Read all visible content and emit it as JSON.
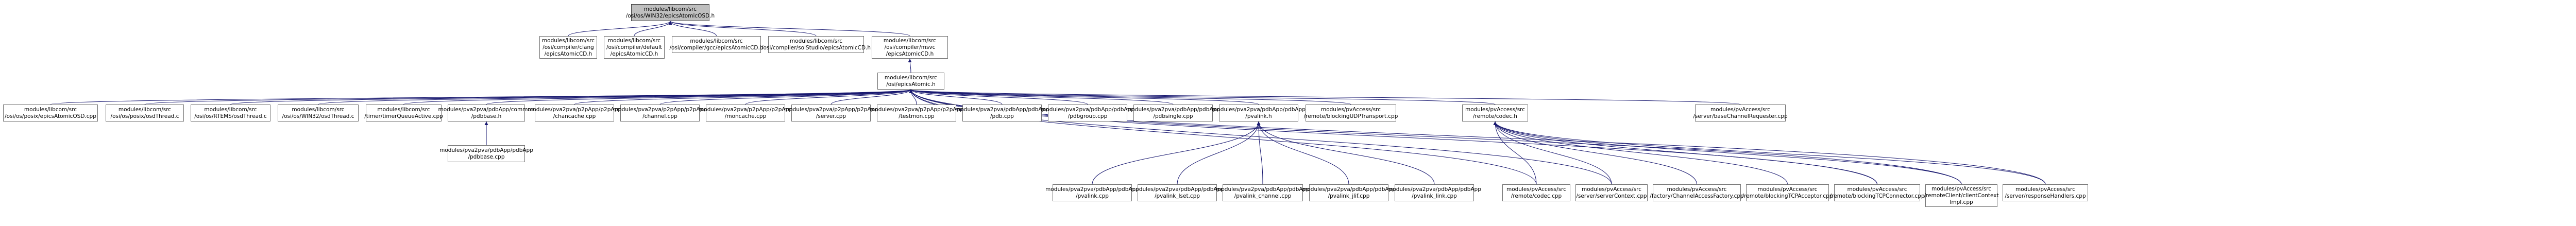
{
  "graph": {
    "colors": {
      "edge": "#191970",
      "node_border": "#6e6e6e",
      "root_fill": "#bfbfbf",
      "node_fill": "#ffffff"
    },
    "nodes": {
      "n0": {
        "lines": [
          "modules/libcom/src",
          "/osi/os/WIN32/epicsAtomicOSD.h"
        ],
        "root": true
      },
      "n1": {
        "lines": [
          "modules/libcom/src",
          "/osi/compiler/clang",
          "/epicsAtomicCD.h"
        ]
      },
      "n2": {
        "lines": [
          "modules/libcom/src",
          "/osi/compiler/default",
          "/epicsAtomicCD.h"
        ]
      },
      "n3": {
        "lines": [
          "modules/libcom/src",
          "/osi/compiler/gcc/epicsAtomicCD.h"
        ]
      },
      "n4": {
        "lines": [
          "modules/libcom/src",
          "/osi/compiler/solStudio/epicsAtomicCD.h"
        ]
      },
      "n5": {
        "lines": [
          "modules/libcom/src",
          "/osi/compiler/msvc",
          "/epicsAtomicCD.h"
        ]
      },
      "n6": {
        "lines": [
          "modules/libcom/src",
          "/osi/epicsAtomic.h"
        ]
      },
      "n7": {
        "lines": [
          "modules/libcom/src",
          "/osi/os/posix/epicsAtomicOSD.cpp"
        ]
      },
      "n8": {
        "lines": [
          "modules/libcom/src",
          "/osi/os/posix/osdThread.c"
        ]
      },
      "n9": {
        "lines": [
          "modules/libcom/src",
          "/osi/os/RTEMS/osdThread.c"
        ]
      },
      "n10": {
        "lines": [
          "modules/libcom/src",
          "/osi/os/WIN32/osdThread.c"
        ]
      },
      "n11": {
        "lines": [
          "modules/libcom/src",
          "/timer/timerQueueActive.cpp"
        ]
      },
      "n12": {
        "lines": [
          "modules/pva2pva/pdbApp/common",
          "/pdbbase.h"
        ]
      },
      "n13": {
        "lines": [
          "modules/pva2pva/p2pApp/p2pApp",
          "/chancache.cpp"
        ]
      },
      "n14": {
        "lines": [
          "modules/pva2pva/p2pApp/p2pApp",
          "/channel.cpp"
        ]
      },
      "n15": {
        "lines": [
          "modules/pva2pva/p2pApp/p2pApp",
          "/moncache.cpp"
        ]
      },
      "n16": {
        "lines": [
          "modules/pva2pva/p2pApp/p2pApp",
          "/server.cpp"
        ]
      },
      "n17": {
        "lines": [
          "modules/pva2pva/p2pApp/p2pApp",
          "/testmon.cpp"
        ]
      },
      "n18": {
        "lines": [
          "modules/pva2pva/pdbApp/pdbApp",
          "/pdb.cpp"
        ]
      },
      "n19": {
        "lines": [
          "modules/pva2pva/pdbApp/pdbApp",
          "/pdbgroup.cpp"
        ]
      },
      "n20": {
        "lines": [
          "modules/pva2pva/pdbApp/pdbApp",
          "/pdbsingle.cpp"
        ]
      },
      "n21": {
        "lines": [
          "modules/pva2pva/pdbApp/pdbApp",
          "/pvalink.h"
        ]
      },
      "n22": {
        "lines": [
          "modules/pvAccess/src",
          "/remote/blockingUDPTransport.cpp"
        ]
      },
      "n23": {
        "lines": [
          "modules/pvAccess/src",
          "/remote/codec.h"
        ]
      },
      "n24": {
        "lines": [
          "modules/pvAccess/src",
          "/server/baseChannelRequester.cpp"
        ]
      },
      "n25": {
        "lines": [
          "modules/pva2pva/pdbApp/pdbApp",
          "/pdbbase.cpp"
        ]
      },
      "n26": {
        "lines": [
          "modules/pva2pva/pdbApp/pdbApp",
          "/pvalink.cpp"
        ]
      },
      "n27": {
        "lines": [
          "modules/pva2pva/pdbApp/pdbApp",
          "/pvalink_lset.cpp"
        ]
      },
      "n28": {
        "lines": [
          "modules/pva2pva/pdbApp/pdbApp",
          "/pvalink_channel.cpp"
        ]
      },
      "n29": {
        "lines": [
          "modules/pva2pva/pdbApp/pdbApp",
          "/pvalink_jlif.cpp"
        ]
      },
      "n30": {
        "lines": [
          "modules/pva2pva/pdbApp/pdbApp",
          "/pvalink_link.cpp"
        ]
      },
      "n31": {
        "lines": [
          "modules/pvAccess/src",
          "/remote/codec.cpp"
        ]
      },
      "n32": {
        "lines": [
          "modules/pvAccess/src",
          "/server/serverContext.cpp"
        ]
      },
      "n33": {
        "lines": [
          "modules/pvAccess/src",
          "/factory/ChannelAccessFactory.cpp"
        ]
      },
      "n34": {
        "lines": [
          "modules/pvAccess/src",
          "/remote/blockingTCPAcceptor.cpp"
        ]
      },
      "n35": {
        "lines": [
          "modules/pvAccess/src",
          "/remote/blockingTCPConnector.cpp"
        ]
      },
      "n36": {
        "lines": [
          "modules/pvAccess/src",
          "/remoteClient/clientContext",
          "Impl.cpp"
        ]
      },
      "n37": {
        "lines": [
          "modules/pvAccess/src",
          "/server/responseHandlers.cpp"
        ]
      }
    },
    "edges": [
      [
        "n1",
        "n0"
      ],
      [
        "n2",
        "n0"
      ],
      [
        "n3",
        "n0"
      ],
      [
        "n4",
        "n0"
      ],
      [
        "n5",
        "n0"
      ],
      [
        "n6",
        "n5"
      ],
      [
        "n7",
        "n6"
      ],
      [
        "n8",
        "n6"
      ],
      [
        "n9",
        "n6"
      ],
      [
        "n10",
        "n6"
      ],
      [
        "n11",
        "n6"
      ],
      [
        "n12",
        "n6"
      ],
      [
        "n13",
        "n6"
      ],
      [
        "n14",
        "n6"
      ],
      [
        "n15",
        "n6"
      ],
      [
        "n16",
        "n6"
      ],
      [
        "n17",
        "n6"
      ],
      [
        "n18",
        "n6"
      ],
      [
        "n19",
        "n6"
      ],
      [
        "n20",
        "n6"
      ],
      [
        "n21",
        "n6"
      ],
      [
        "n22",
        "n6"
      ],
      [
        "n23",
        "n6"
      ],
      [
        "n24",
        "n6"
      ],
      [
        "n31",
        "n6"
      ],
      [
        "n32",
        "n6"
      ],
      [
        "n35",
        "n6"
      ],
      [
        "n36",
        "n6"
      ],
      [
        "n37",
        "n6"
      ],
      [
        "n25",
        "n12"
      ],
      [
        "n26",
        "n21"
      ],
      [
        "n27",
        "n21"
      ],
      [
        "n28",
        "n21"
      ],
      [
        "n29",
        "n21"
      ],
      [
        "n30",
        "n21"
      ],
      [
        "n31",
        "n23"
      ],
      [
        "n32",
        "n23"
      ],
      [
        "n33",
        "n23"
      ],
      [
        "n34",
        "n23"
      ],
      [
        "n35",
        "n23"
      ],
      [
        "n36",
        "n23"
      ],
      [
        "n37",
        "n23"
      ]
    ]
  }
}
